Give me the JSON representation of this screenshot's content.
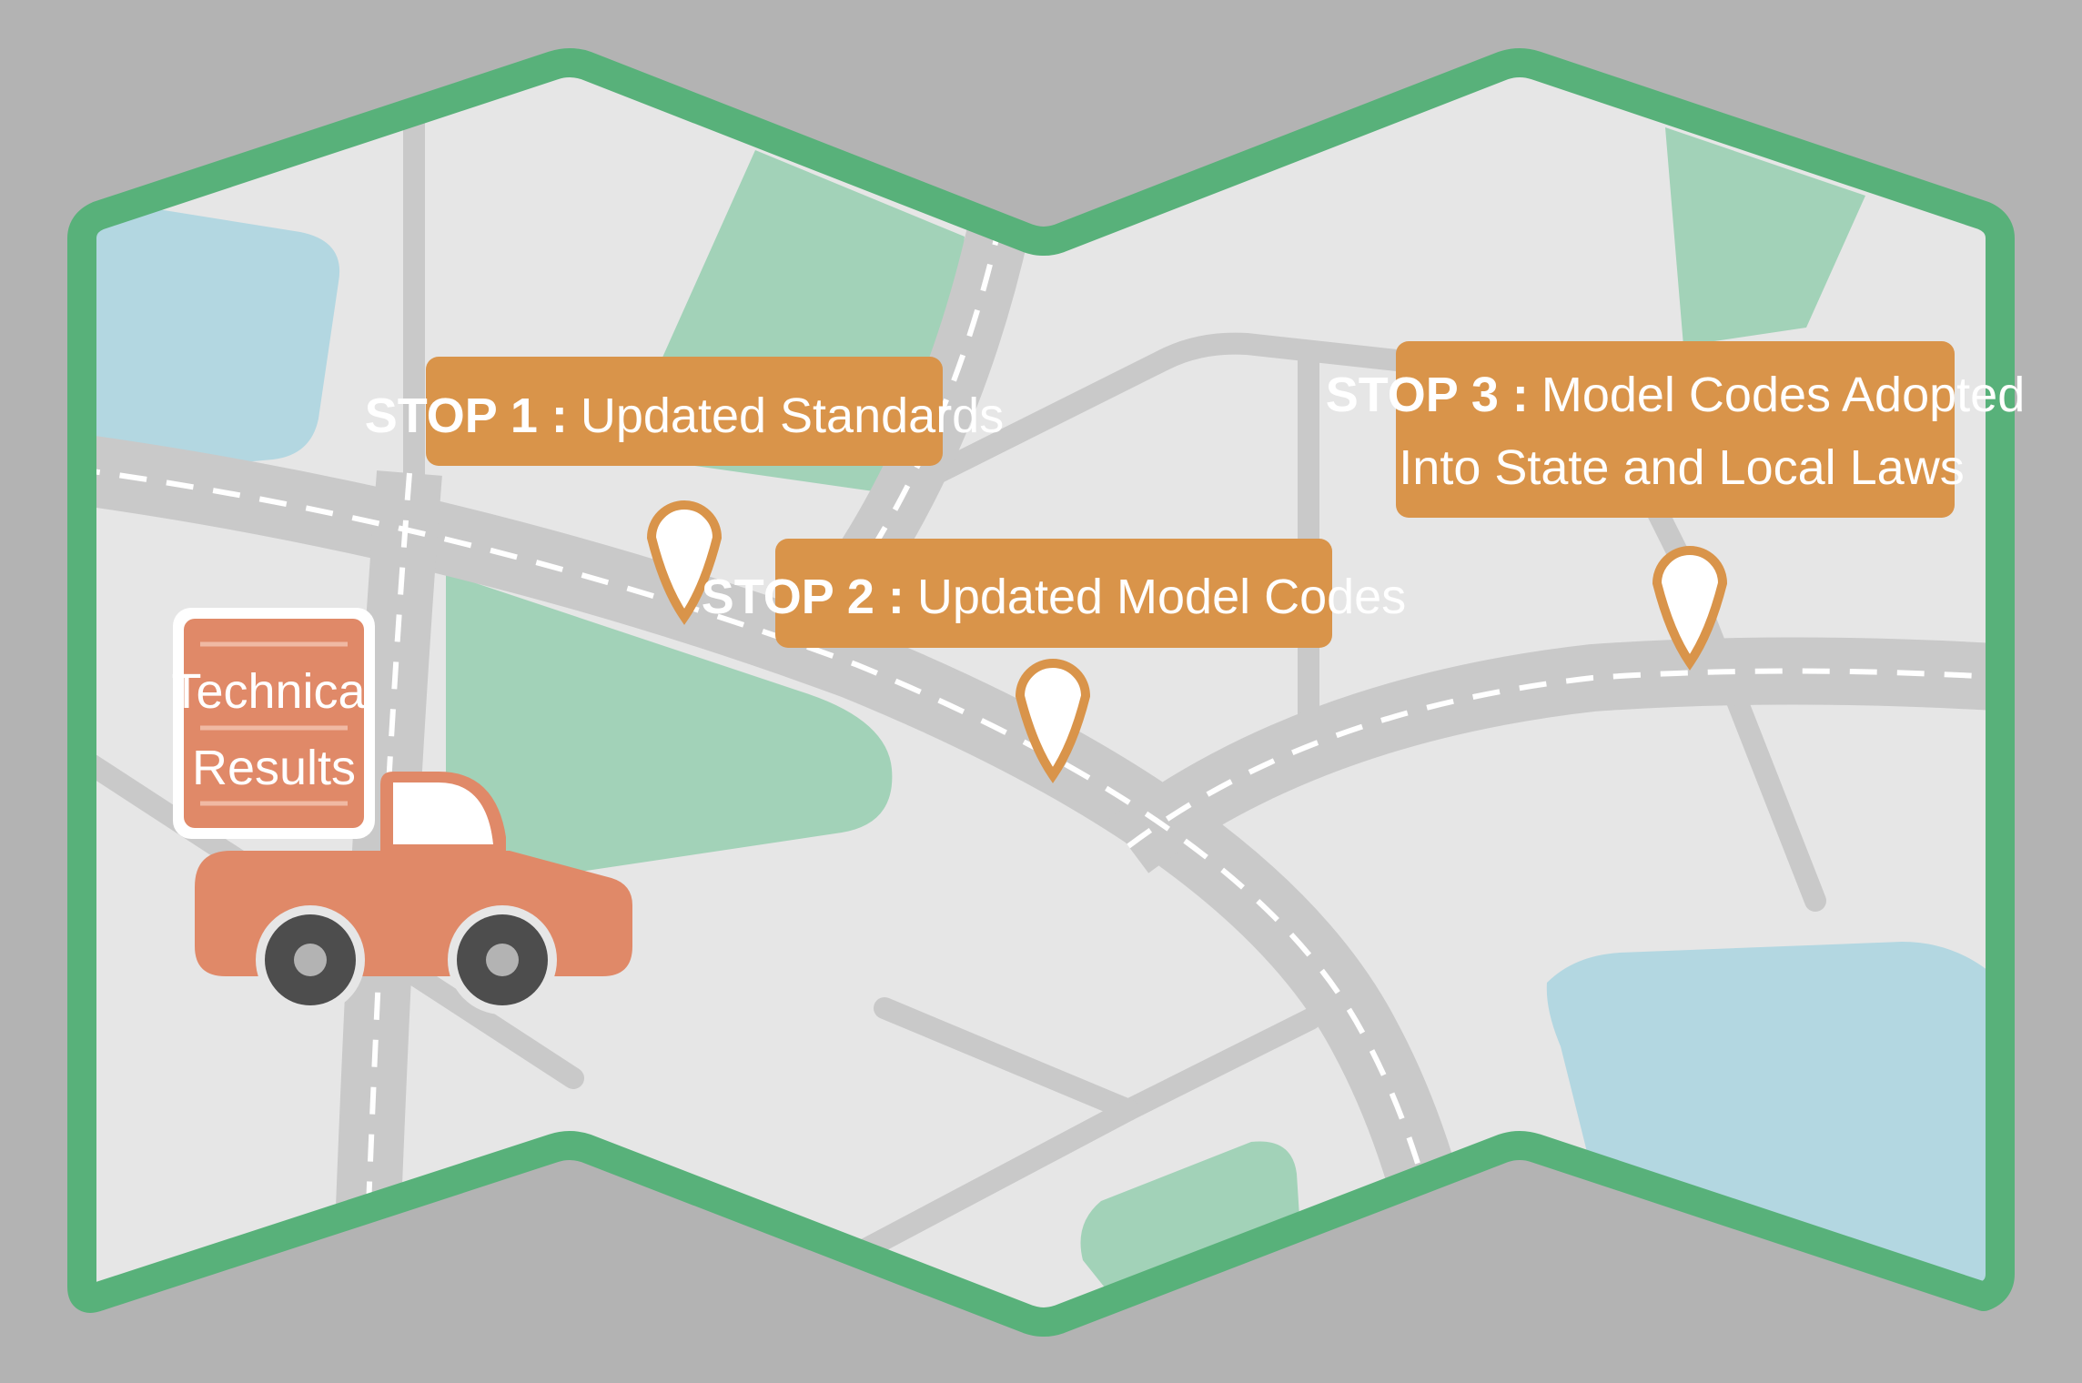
{
  "stops": [
    {
      "label": "STOP 1 :",
      "text": "Updated Standards"
    },
    {
      "label": "STOP 2 :",
      "text": "Updated Model Codes"
    },
    {
      "label": "STOP 3 :",
      "text_line1": "Model Codes Adopted",
      "text_line2": "Into State and Local Laws"
    }
  ],
  "truck_sign": {
    "line1": "Technical",
    "line2": "Results"
  },
  "colors": {
    "background": "#b3b3b3",
    "map_border": "#58b17a",
    "map_fill": "#e6e6e6",
    "road": "#c9c9c9",
    "park": "#a2d2b8",
    "water": "#b3d7e1",
    "callout": "#d9944a",
    "truck": "#e08968",
    "pin": "#d9944a"
  },
  "icons": [
    "map-pin-icon",
    "truck-icon"
  ]
}
